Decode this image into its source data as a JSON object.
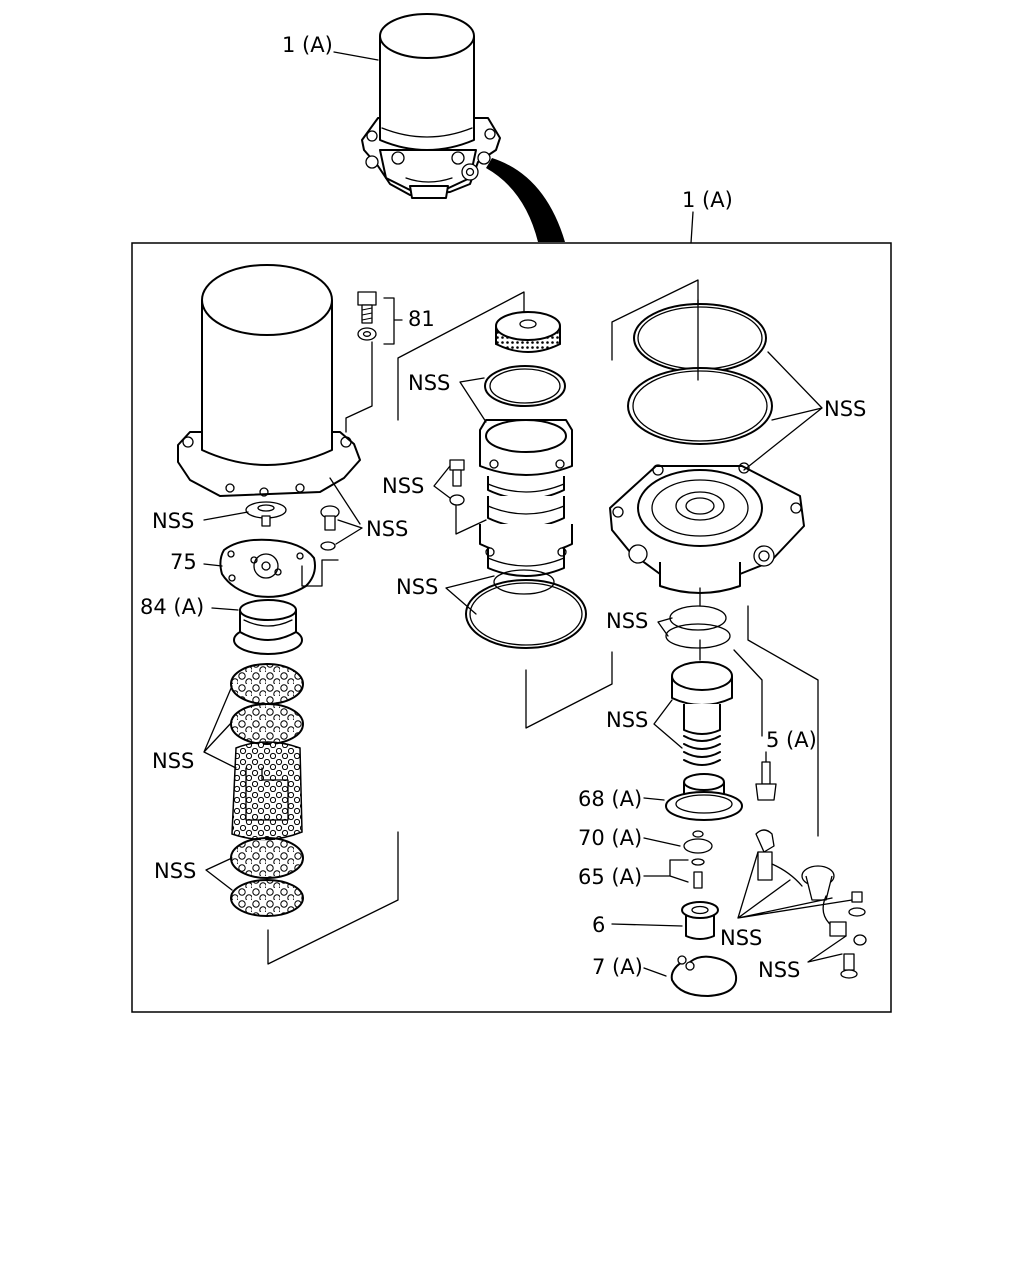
{
  "labels": {
    "top_assembly": "1 (A)",
    "box_assembly": "1 (A)",
    "part_81": "81",
    "part_75": "75",
    "part_84": "84 (A)",
    "part_5": "5 (A)",
    "part_68": "68 (A)",
    "part_70": "70 (A)",
    "part_65": "65 (A)",
    "part_6": "6",
    "part_7": "7 (A)",
    "nss": "NSS"
  }
}
